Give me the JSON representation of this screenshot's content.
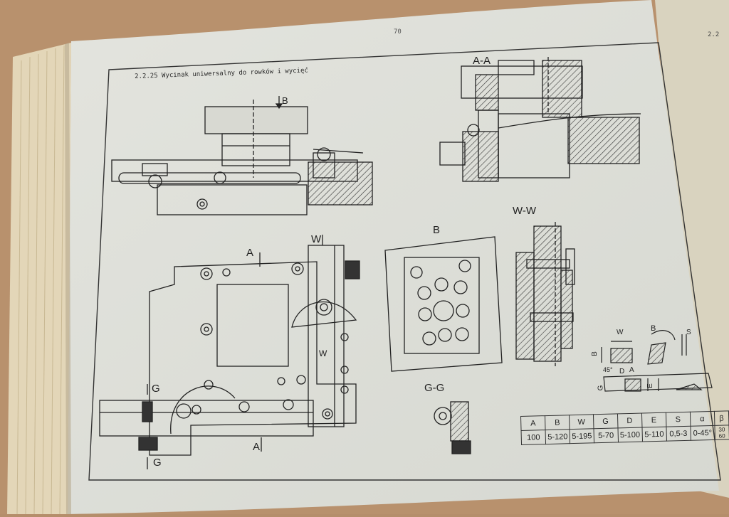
{
  "page_number": "70",
  "heading": "2.2.25 Wycinak uniwersalny do rowków i wycięć",
  "right_page_ref": "2.2",
  "section_labels": {
    "aa": "A-A",
    "b": "B",
    "ww": "W-W",
    "gg": "G-G",
    "arrow_b": "B",
    "a_top": "A",
    "a_bottom": "A",
    "w_top": "W",
    "w_mid": "W",
    "g_top": "G",
    "g_bottom": "G"
  },
  "detail_labels": {
    "w": "W",
    "beta": "B",
    "s": "S",
    "b_side": "B",
    "angle": "45°",
    "d": "D",
    "a": "A",
    "e": "E",
    "g": "G"
  },
  "spec_table": {
    "headers": [
      "A",
      "B",
      "W",
      "G",
      "D",
      "E",
      "S",
      "α",
      "β"
    ],
    "values": [
      "100",
      "5-120",
      "5-195",
      "5-70",
      "5-100",
      "5-110",
      "0,5-3",
      "0-45°",
      "30 60"
    ]
  },
  "colors": {
    "table": "#b58e6b",
    "paper": "#dfe0da",
    "ink": "#2a2a2a"
  }
}
